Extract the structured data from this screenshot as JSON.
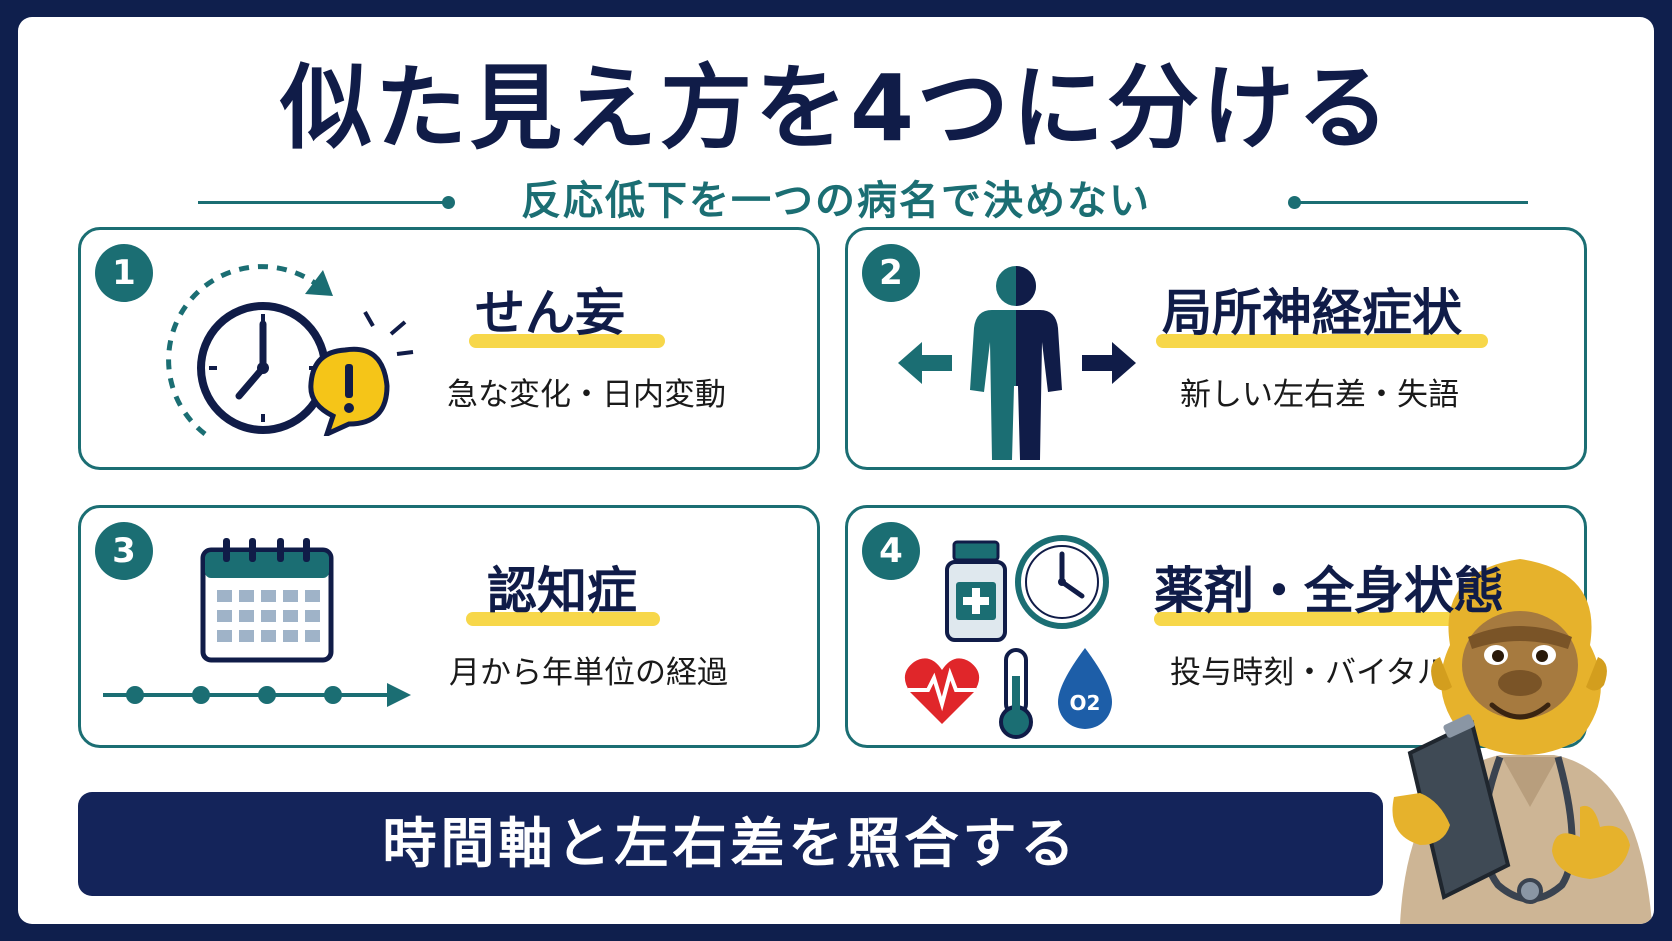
{
  "title": "似た見え方を4つに分ける",
  "subtitle": "反応低下を一つの病名で決めない",
  "cards": [
    {
      "number": "1",
      "heading": "せん妄",
      "description": "急な変化・日内変動"
    },
    {
      "number": "2",
      "heading": "局所神経症状",
      "description": "新しい左右差・失語"
    },
    {
      "number": "3",
      "heading": "認知症",
      "description": "月から年単位の経過"
    },
    {
      "number": "4",
      "heading": "薬剤・全身状態",
      "description": "投与時刻・バイタル"
    }
  ],
  "footer": "時間軸と左右差を照合する",
  "icon_labels": {
    "oxygen": "O2"
  },
  "colors": {
    "navy": "#101c48",
    "teal": "#1b6e73",
    "highlight": "#f7d74a",
    "alert": "#f5c518",
    "heart": "#e0262a",
    "drop": "#1d5ea8"
  },
  "icons": [
    "clock-icon",
    "alert-speech-icon",
    "human-figure-icon",
    "arrow-left-icon",
    "arrow-right-icon",
    "calendar-icon",
    "timeline-arrow-icon",
    "medicine-bottle-icon",
    "heart-pulse-icon",
    "thermometer-icon",
    "oxygen-drop-icon",
    "gorilla-doctor-mascot"
  ]
}
